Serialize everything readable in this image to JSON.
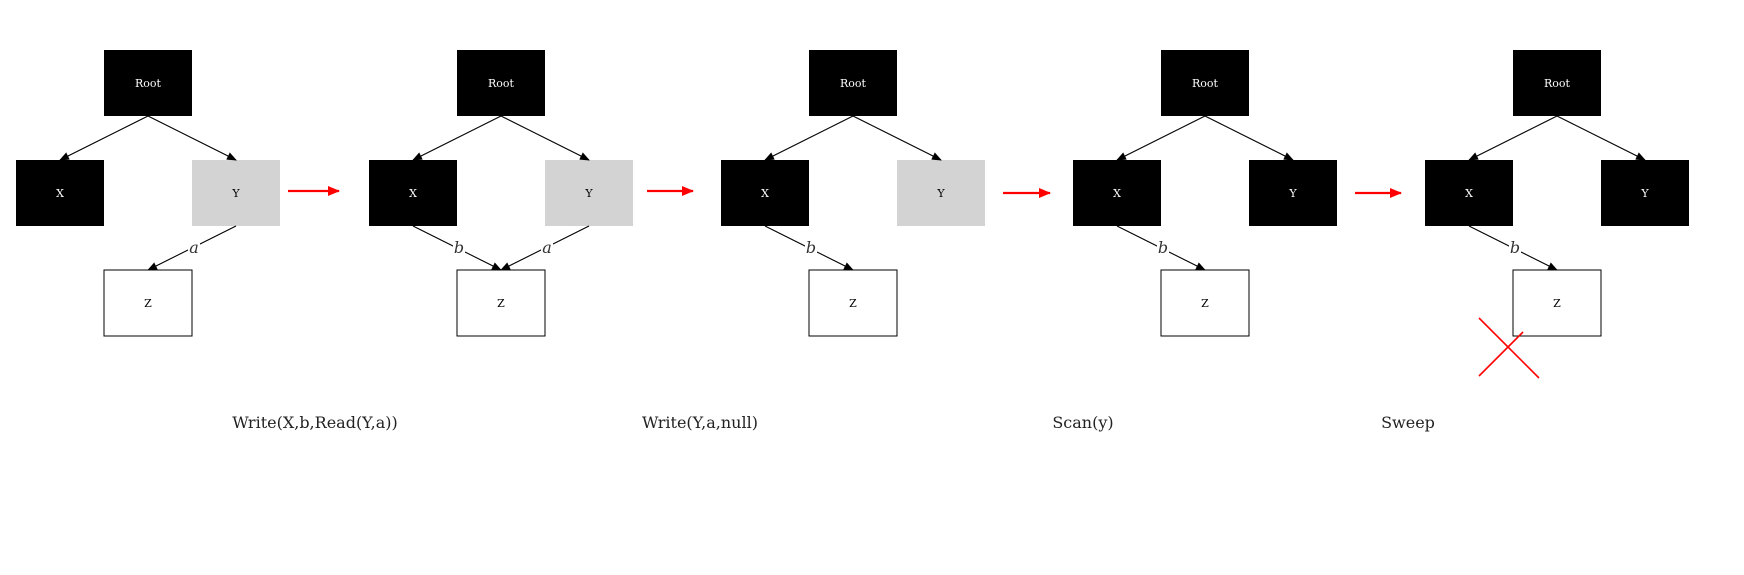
{
  "colors": {
    "black": "#000000",
    "gray": "#d3d3d3",
    "white": "#ffffff",
    "arrow": "#ff0000",
    "cross": "#ff0000",
    "edge": "#000000"
  },
  "nodes": {
    "root": "Root",
    "x": "X",
    "y": "Y",
    "z": "Z"
  },
  "edge_labels": {
    "a": "a",
    "b": "b"
  },
  "panels": [
    {
      "root_color": "black",
      "x_color": "black",
      "y_color": "gray",
      "z_color": "white",
      "edges": [
        "y-z-a"
      ],
      "crossed": false
    },
    {
      "root_color": "black",
      "x_color": "black",
      "y_color": "gray",
      "z_color": "white",
      "edges": [
        "x-z-b",
        "y-z-a"
      ],
      "crossed": false
    },
    {
      "root_color": "black",
      "x_color": "black",
      "y_color": "gray",
      "z_color": "white",
      "edges": [
        "x-z-b"
      ],
      "crossed": false
    },
    {
      "root_color": "black",
      "x_color": "black",
      "y_color": "black",
      "z_color": "white",
      "edges": [
        "x-z-b"
      ],
      "crossed": false
    },
    {
      "root_color": "black",
      "x_color": "black",
      "y_color": "black",
      "z_color": "white",
      "edges": [
        "x-z-b"
      ],
      "crossed": true
    }
  ],
  "captions": [
    "Write(X,b,Read(Y,a))",
    "Write(Y,a,null)",
    "Scan(y)",
    "Sweep"
  ]
}
